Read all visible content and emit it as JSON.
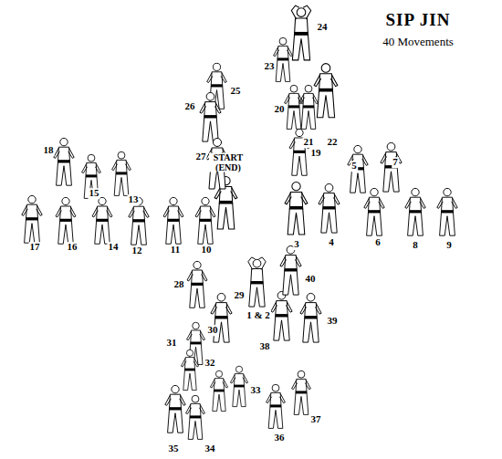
{
  "diagram": {
    "title": "SIP JIN",
    "labels": [
      "40 Movements",
      "START (END)",
      "1 & 2",
      "3",
      "4",
      "5",
      "6",
      "7",
      "8",
      "9",
      "10",
      "11",
      "12",
      "13",
      "14",
      "15",
      "16",
      "17",
      "18",
      "19",
      "20",
      "21",
      "22",
      "23",
      "24",
      "25",
      "26",
      "27",
      "28",
      "29",
      "30",
      "31",
      "32",
      "33",
      "34",
      "35",
      "36",
      "37",
      "38",
      "39",
      "40"
    ]
  }
}
